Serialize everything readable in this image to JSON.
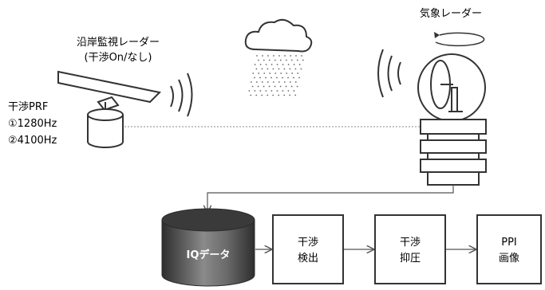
{
  "coastal_radar": {
    "title": "沿岸監視レーダー",
    "subtitle": "(干渉On/なし)"
  },
  "weather_radar": {
    "title": "気象レーダー"
  },
  "interference_prf": {
    "label": "干渉PRF",
    "option_1": "①1280Hz",
    "option_2": "②4100Hz"
  },
  "pipeline": {
    "iq_data": "IQデータ",
    "detection_line1": "干渉",
    "detection_line2": "検出",
    "suppression_line1": "干渉",
    "suppression_line2": "抑圧",
    "ppi_line1": "PPI",
    "ppi_line2": "画像"
  },
  "colors": {
    "stroke": "#333333",
    "cylinder_dark": "#404040",
    "cylinder_light": "#9a9a9a",
    "rain": "#666666"
  }
}
